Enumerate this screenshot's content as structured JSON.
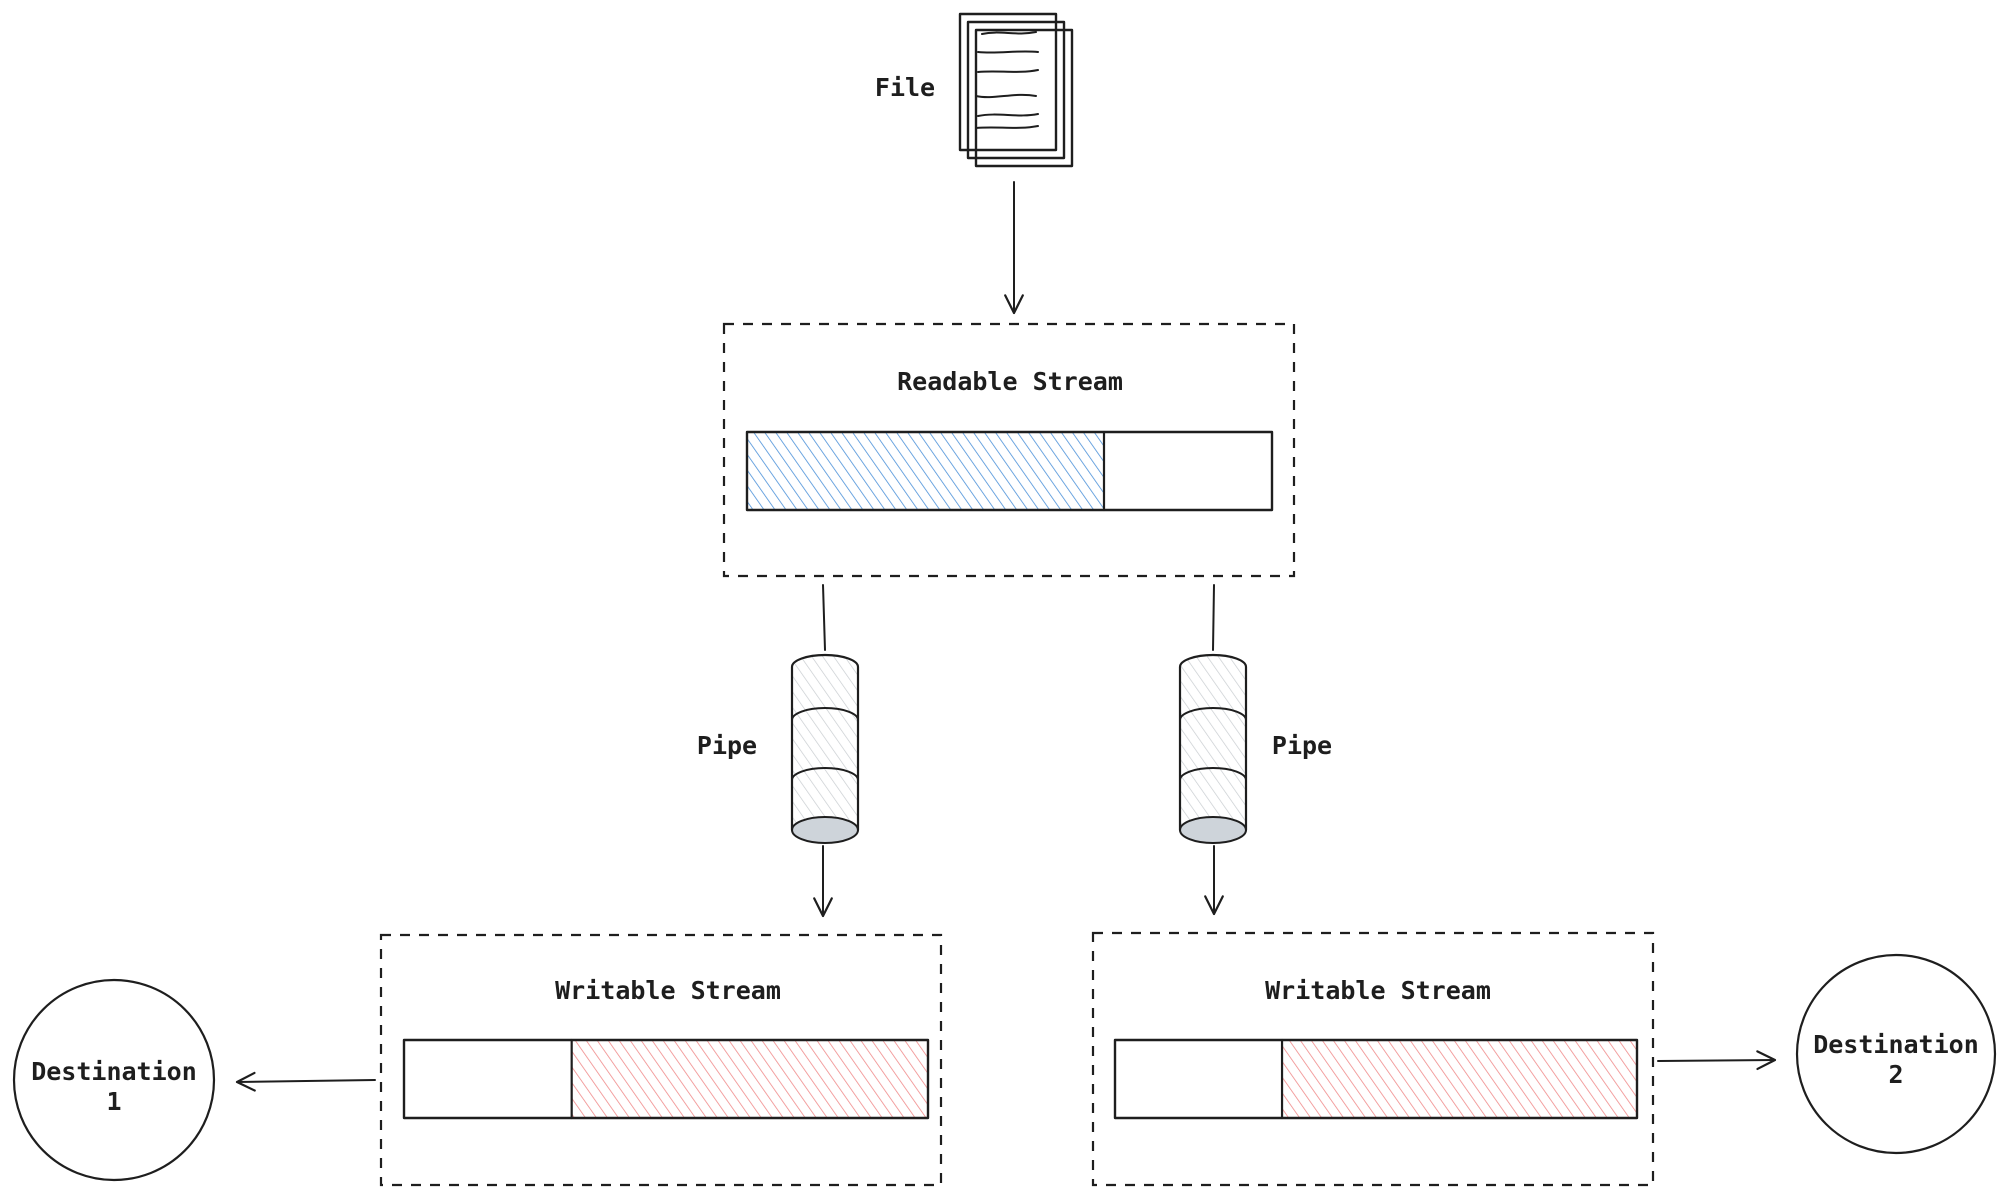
{
  "labels": {
    "file": "File",
    "readable_stream": "Readable Stream",
    "pipe_left": "Pipe",
    "pipe_right": "Pipe",
    "writable_stream_left": "Writable Stream",
    "writable_stream_right": "Writable Stream",
    "destination_1_line1": "Destination",
    "destination_1_line2": "1",
    "destination_2_line1": "Destination",
    "destination_2_line2": "2"
  },
  "buffers": {
    "readable_fill": 0.68,
    "writable_left_fill": 0.68,
    "writable_right_fill": 0.68
  },
  "colors": {
    "stroke": "#1e1e1e",
    "readable_fill": "#4a90d9",
    "writable_fill": "#f08a8a",
    "pipe_fill": "#c8ccd0",
    "pipe_bottom": "#ced4da"
  },
  "icons": {
    "file": "file-stack-icon",
    "pipe": "pipe-cylinder-icon"
  }
}
